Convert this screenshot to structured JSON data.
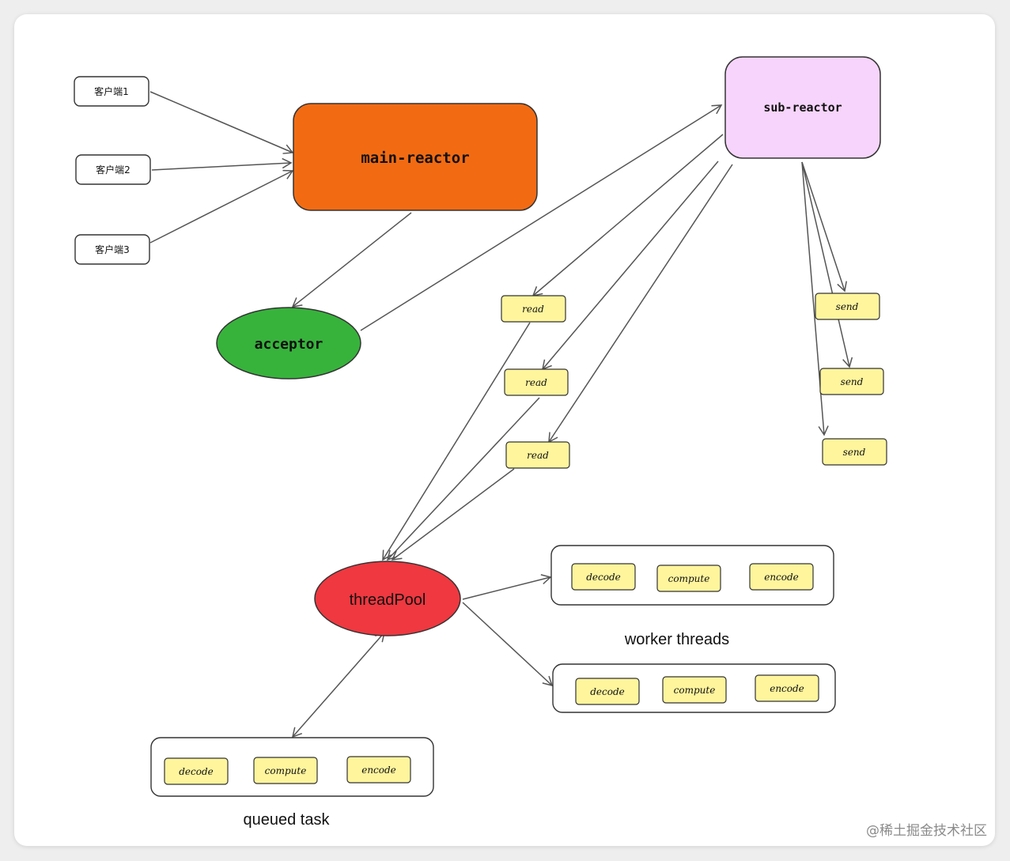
{
  "clients": [
    "客户端1",
    "客户端2",
    "客户端3"
  ],
  "main_reactor": {
    "label": "main-reactor",
    "color": "#f26b13"
  },
  "acceptor": {
    "label": "acceptor",
    "color": "#37b33c"
  },
  "sub_reactor": {
    "label": "sub-reactor",
    "color": "#f7d4fb"
  },
  "read_tasks": [
    "read",
    "read",
    "read"
  ],
  "send_tasks": [
    "send",
    "send",
    "send"
  ],
  "thread_pool": {
    "label": "threadPool",
    "color": "#ef3840"
  },
  "task_steps": [
    "decode",
    "compute",
    "encode"
  ],
  "worker_threads_caption": "worker threads",
  "queued_task_caption": "queued task",
  "task_color": "#fff59d",
  "watermark": "@稀土掘金技术社区"
}
